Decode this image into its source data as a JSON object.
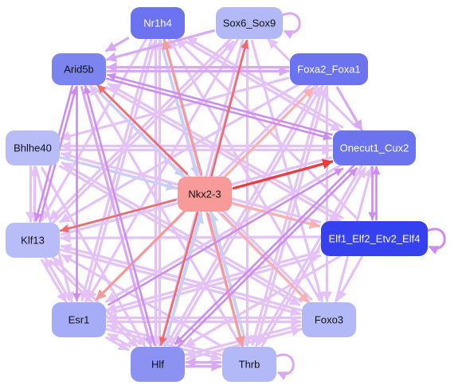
{
  "diagram": {
    "type": "gene-regulatory-network",
    "nodes": [
      {
        "id": "nr1h4",
        "label": "Nr1h4",
        "fill": "#6b73ef",
        "text_color": "#ffffff"
      },
      {
        "id": "sox6",
        "label": "Sox6_Sox9",
        "fill": "#b3b9f7",
        "text_color": "#111111"
      },
      {
        "id": "arid5b",
        "label": "Arid5b",
        "fill": "#7c84f0",
        "text_color": "#111111"
      },
      {
        "id": "foxa2",
        "label": "Foxa2_Foxa1",
        "fill": "#6b73ef",
        "text_color": "#ffffff"
      },
      {
        "id": "bhlhe40",
        "label": "Bhlhe40",
        "fill": "#b8bdf8",
        "text_color": "#111111"
      },
      {
        "id": "onecut1",
        "label": "Onecut1_Cux2",
        "fill": "#6b73ef",
        "text_color": "#ffffff"
      },
      {
        "id": "nkx23",
        "label": "Nkx2-3",
        "fill": "#f89a9a",
        "text_color": "#111111"
      },
      {
        "id": "klf13",
        "label": "Klf13",
        "fill": "#b8bdf8",
        "text_color": "#111111"
      },
      {
        "id": "elf1",
        "label": "Elf1_Elf2_Etv2_Elf4",
        "fill": "#3540ee",
        "text_color": "#ffffff"
      },
      {
        "id": "esr1",
        "label": "Esr1",
        "fill": "#a6adf6",
        "text_color": "#111111"
      },
      {
        "id": "foxo3",
        "label": "Foxo3",
        "fill": "#b3b9f7",
        "text_color": "#111111"
      },
      {
        "id": "hlf",
        "label": "Hlf",
        "fill": "#8b92f2",
        "text_color": "#111111"
      },
      {
        "id": "thrb",
        "label": "Thrb",
        "fill": "#b3b9f7",
        "text_color": "#111111"
      }
    ],
    "edges": [
      {
        "source": "nkx23",
        "target": "onecut1",
        "color": "#f03a3a"
      },
      {
        "source": "nkx23",
        "target": "sox6",
        "color": "#f06a6a"
      },
      {
        "source": "nkx23",
        "target": "nr1h4",
        "color": "#f59a9a"
      },
      {
        "source": "nkx23",
        "target": "arid5b",
        "color": "#f06a6a"
      },
      {
        "source": "nkx23",
        "target": "hlf",
        "color": "#f06a6a"
      },
      {
        "source": "nkx23",
        "target": "thrb",
        "color": "#f59a9a"
      },
      {
        "source": "nkx23",
        "target": "foxo3",
        "color": "#f8b0b0"
      },
      {
        "source": "nkx23",
        "target": "klf13",
        "color": "#f06a6a"
      },
      {
        "source": "nkx23",
        "target": "esr1",
        "color": "#f59a9a"
      },
      {
        "source": "nkx23",
        "target": "foxa2",
        "color": "#f8b0b0"
      },
      {
        "source": "nkx23",
        "target": "elf1",
        "color": "#f8b0b0"
      },
      {
        "source": "arid5b",
        "target": "nkx23",
        "color": "#c8d0f5"
      },
      {
        "source": "bhlhe40",
        "target": "nkx23",
        "color": "#c8d0f5"
      },
      {
        "source": "hlf",
        "target": "nkx23",
        "color": "#c8d0f5"
      },
      {
        "source": "thrb",
        "target": "nkx23",
        "color": "#c8d0f5"
      },
      {
        "source": "nr1h4",
        "target": "nkx23",
        "color": "#c8d0f5"
      },
      {
        "source": "arid5b",
        "target": "onecut1",
        "color": "#cc8cf0"
      },
      {
        "source": "arid5b",
        "target": "foxa2",
        "color": "#d9a8f5"
      },
      {
        "source": "arid5b",
        "target": "elf1",
        "color": "#e4c2f8"
      },
      {
        "source": "arid5b",
        "target": "klf13",
        "color": "#cc8cf0"
      },
      {
        "source": "arid5b",
        "target": "esr1",
        "color": "#cc8cf0"
      },
      {
        "source": "arid5b",
        "target": "hlf",
        "color": "#d9a8f5"
      },
      {
        "source": "arid5b",
        "target": "foxo3",
        "color": "#e4c2f8"
      },
      {
        "source": "nr1h4",
        "target": "arid5b",
        "color": "#d9a8f5"
      },
      {
        "source": "nr1h4",
        "target": "onecut1",
        "color": "#e4c2f8"
      },
      {
        "source": "nr1h4",
        "target": "esr1",
        "color": "#e4c2f8"
      },
      {
        "source": "nr1h4",
        "target": "hlf",
        "color": "#e4c2f8"
      },
      {
        "source": "nr1h4",
        "target": "thrb",
        "color": "#e4c2f8"
      },
      {
        "source": "nr1h4",
        "target": "klf13",
        "color": "#e4c2f8"
      },
      {
        "source": "sox6",
        "target": "arid5b",
        "color": "#d9a8f5"
      },
      {
        "source": "sox6",
        "target": "klf13",
        "color": "#e4c2f8"
      },
      {
        "source": "sox6",
        "target": "esr1",
        "color": "#e4c2f8"
      },
      {
        "source": "sox6",
        "target": "hlf",
        "color": "#e4c2f8"
      },
      {
        "source": "sox6",
        "target": "thrb",
        "color": "#e4c2f8"
      },
      {
        "source": "sox6",
        "target": "foxo3",
        "color": "#e4c2f8"
      },
      {
        "source": "foxa2",
        "target": "arid5b",
        "color": "#d9a8f5"
      },
      {
        "source": "foxa2",
        "target": "onecut1",
        "color": "#d9a8f5"
      },
      {
        "source": "foxa2",
        "target": "bhlhe40",
        "color": "#e4c2f8"
      },
      {
        "source": "foxa2",
        "target": "esr1",
        "color": "#e4c2f8"
      },
      {
        "source": "foxa2",
        "target": "hlf",
        "color": "#e4c2f8"
      },
      {
        "source": "foxa2",
        "target": "thrb",
        "color": "#e4c2f8"
      },
      {
        "source": "foxa2",
        "target": "klf13",
        "color": "#e4c2f8"
      },
      {
        "source": "foxa2",
        "target": "foxo3",
        "color": "#e4c2f8"
      },
      {
        "source": "onecut1",
        "target": "elf1",
        "color": "#cc8cf0"
      },
      {
        "source": "elf1",
        "target": "onecut1",
        "color": "#cc8cf0"
      },
      {
        "source": "onecut1",
        "target": "arid5b",
        "color": "#cc8cf0"
      },
      {
        "source": "onecut1",
        "target": "bhlhe40",
        "color": "#e4c2f8"
      },
      {
        "source": "onecut1",
        "target": "klf13",
        "color": "#e4c2f8"
      },
      {
        "source": "onecut1",
        "target": "esr1",
        "color": "#e4c2f8"
      },
      {
        "source": "onecut1",
        "target": "hlf",
        "color": "#cc8cf0"
      },
      {
        "source": "onecut1",
        "target": "thrb",
        "color": "#e4c2f8"
      },
      {
        "source": "onecut1",
        "target": "nr1h4",
        "color": "#e4c2f8"
      },
      {
        "source": "onecut1",
        "target": "sox6",
        "color": "#e4c2f8"
      },
      {
        "source": "elf1",
        "target": "arid5b",
        "color": "#e4c2f8"
      },
      {
        "source": "elf1",
        "target": "bhlhe40",
        "color": "#e4c2f8"
      },
      {
        "source": "elf1",
        "target": "klf13",
        "color": "#e4c2f8"
      },
      {
        "source": "elf1",
        "target": "esr1",
        "color": "#e4c2f8"
      },
      {
        "source": "elf1",
        "target": "hlf",
        "color": "#e4c2f8"
      },
      {
        "source": "elf1",
        "target": "nr1h4",
        "color": "#e4c2f8"
      },
      {
        "source": "elf1",
        "target": "foxo3",
        "color": "#e4c2f8"
      },
      {
        "source": "bhlhe40",
        "target": "klf13",
        "color": "#e4c2f8"
      },
      {
        "source": "bhlhe40",
        "target": "onecut1",
        "color": "#e4c2f8"
      },
      {
        "source": "bhlhe40",
        "target": "elf1",
        "color": "#e4c2f8"
      },
      {
        "source": "bhlhe40",
        "target": "foxo3",
        "color": "#e4c2f8"
      },
      {
        "source": "bhlhe40",
        "target": "hlf",
        "color": "#e4c2f8"
      },
      {
        "source": "bhlhe40",
        "target": "esr1",
        "color": "#e4c2f8"
      },
      {
        "source": "klf13",
        "target": "arid5b",
        "color": "#cc8cf0"
      },
      {
        "source": "klf13",
        "target": "bhlhe40",
        "color": "#e4c2f8"
      },
      {
        "source": "klf13",
        "target": "esr1",
        "color": "#e4c2f8"
      },
      {
        "source": "klf13",
        "target": "hlf",
        "color": "#e4c2f8"
      },
      {
        "source": "klf13",
        "target": "onecut1",
        "color": "#e4c2f8"
      },
      {
        "source": "klf13",
        "target": "foxo3",
        "color": "#e4c2f8"
      },
      {
        "source": "klf13",
        "target": "sox6",
        "color": "#e4c2f8"
      },
      {
        "source": "esr1",
        "target": "klf13",
        "color": "#e4c2f8"
      },
      {
        "source": "esr1",
        "target": "onecut1",
        "color": "#cc8cf0"
      },
      {
        "source": "esr1",
        "target": "elf1",
        "color": "#e4c2f8"
      },
      {
        "source": "esr1",
        "target": "foxo3",
        "color": "#e4c2f8"
      },
      {
        "source": "esr1",
        "target": "thrb",
        "color": "#e4c2f8"
      },
      {
        "source": "esr1",
        "target": "hlf",
        "color": "#e4c2f8"
      },
      {
        "source": "esr1",
        "target": "nr1h4",
        "color": "#e4c2f8"
      },
      {
        "source": "hlf",
        "target": "thrb",
        "color": "#d9a8f5"
      },
      {
        "source": "thrb",
        "target": "hlf",
        "color": "#d9a8f5"
      },
      {
        "source": "hlf",
        "target": "esr1",
        "color": "#e4c2f8"
      },
      {
        "source": "hlf",
        "target": "klf13",
        "color": "#e4c2f8"
      },
      {
        "source": "hlf",
        "target": "onecut1",
        "color": "#cc8cf0"
      },
      {
        "source": "hlf",
        "target": "foxa2",
        "color": "#e4c2f8"
      },
      {
        "source": "hlf",
        "target": "sox6",
        "color": "#e4c2f8"
      },
      {
        "source": "hlf",
        "target": "nr1h4",
        "color": "#e4c2f8"
      },
      {
        "source": "hlf",
        "target": "arid5b",
        "color": "#cc8cf0"
      },
      {
        "source": "hlf",
        "target": "foxo3",
        "color": "#e4c2f8"
      },
      {
        "source": "thrb",
        "target": "arid5b",
        "color": "#e4c2f8"
      },
      {
        "source": "thrb",
        "target": "esr1",
        "color": "#e4c2f8"
      },
      {
        "source": "thrb",
        "target": "klf13",
        "color": "#e4c2f8"
      },
      {
        "source": "thrb",
        "target": "nr1h4",
        "color": "#e4c2f8"
      },
      {
        "source": "thrb",
        "target": "foxa2",
        "color": "#e4c2f8"
      },
      {
        "source": "thrb",
        "target": "onecut1",
        "color": "#e4c2f8"
      },
      {
        "source": "foxo3",
        "target": "klf13",
        "color": "#e4c2f8"
      },
      {
        "source": "foxo3",
        "target": "esr1",
        "color": "#e4c2f8"
      },
      {
        "source": "foxo3",
        "target": "hlf",
        "color": "#e4c2f8"
      },
      {
        "source": "foxo3",
        "target": "arid5b",
        "color": "#e4c2f8"
      },
      {
        "source": "foxo3",
        "target": "bhlhe40",
        "color": "#e4c2f8"
      },
      {
        "source": "foxo3",
        "target": "onecut1",
        "color": "#e4c2f8"
      },
      {
        "source": "foxo3",
        "target": "nr1h4",
        "color": "#e4c2f8"
      }
    ],
    "self_loops": [
      {
        "node": "sox6",
        "color": "#d9a8f5"
      },
      {
        "node": "elf1",
        "color": "#cc8cf0"
      },
      {
        "node": "thrb",
        "color": "#d9a8f5"
      }
    ]
  }
}
